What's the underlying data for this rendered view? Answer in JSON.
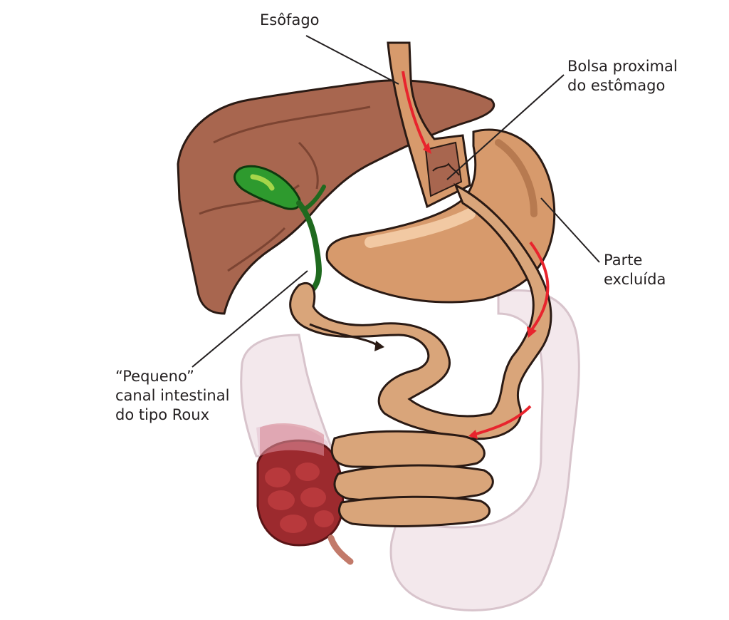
{
  "labels": {
    "esofago": "Esôfago",
    "bolsa_line1": "Bolsa proximal",
    "bolsa_line2": "do estômago",
    "parte_line1": "Parte",
    "parte_line2": "excluída",
    "pequeno_line1": "“Pequeno”",
    "pequeno_line2": "canal intestinal",
    "pequeno_line3": "do tipo Roux"
  },
  "colors": {
    "liver": "#a8664f",
    "liver_shadow": "#7c4432",
    "gallbladder": "#2e9a2e",
    "gallbladder_highlight": "#a6d64a",
    "stomach": "#d79a6c",
    "stomach_light": "#f2c9a3",
    "intestine": "#d9a57a",
    "colon": "#f3e8ec",
    "cecum": "#9c2a2e",
    "arrow_red": "#e8242d",
    "outline": "#2a1a14",
    "leader": "#231f20"
  }
}
